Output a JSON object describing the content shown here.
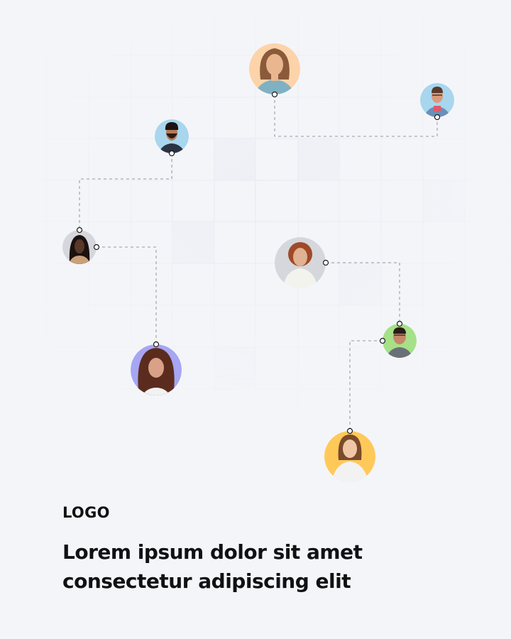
{
  "brand": {
    "logo_text": "LOGO"
  },
  "headline": {
    "line1": "Lorem ipsum dolor sit amet",
    "line2": "consectetur adipiscing elit"
  },
  "people": [
    {
      "id": "woman-blonde",
      "bg": "#fdd3aa",
      "skin": "#e9b690",
      "hair": "#8a5a3a",
      "shirt": "#7fb1c2"
    },
    {
      "id": "man-glasses",
      "bg": "#a8d6ee",
      "skin": "#d99b7c",
      "hair": "#5b3a2a",
      "shirt": "#e0596a"
    },
    {
      "id": "man-beard",
      "bg": "#a8d6ee",
      "skin": "#b67a58",
      "hair": "#1c1412",
      "shirt": "#2a3444"
    },
    {
      "id": "woman-braids",
      "bg": "#d5d7dc",
      "skin": "#5a3728",
      "hair": "#1a1210",
      "shirt": "#c8a07a"
    },
    {
      "id": "woman-curly",
      "bg": "#d5d7dc",
      "skin": "#e0b193",
      "hair": "#a04a28",
      "shirt": "#f3f3ee"
    },
    {
      "id": "man-smile",
      "bg": "#a6e088",
      "skin": "#c4876a",
      "hair": "#2a1c14",
      "shirt": "#6a7078"
    },
    {
      "id": "woman-longhair",
      "bg": "#a6a6f2",
      "skin": "#d9a187",
      "hair": "#5b2c1e",
      "shirt": "#f2f2f2"
    },
    {
      "id": "woman-short",
      "bg": "#ffc95a",
      "skin": "#f0c6a6",
      "hair": "#7a4a2a",
      "shirt": "#f2f2f2"
    }
  ],
  "colors": {
    "background": "#f4f5f9",
    "connector": "#a9a9b0",
    "text": "#111114"
  }
}
